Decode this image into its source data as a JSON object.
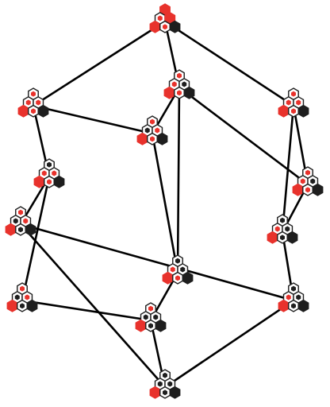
{
  "colors": {
    "red": "#e8322c",
    "black": "#1e1e1e",
    "white": "#ffffff",
    "edge": "#000000",
    "background": "#ffffff"
  },
  "diagram": {
    "nodes": [
      {
        "id": "n0",
        "fill": [
          "red",
          "white",
          "red",
          "red",
          "white",
          "black"
        ],
        "inner": [
          "white",
          "red",
          "white",
          "white",
          "red",
          "white"
        ]
      },
      {
        "id": "n1",
        "fill": [
          "white",
          "white",
          "white",
          "red",
          "white",
          "black"
        ],
        "inner": [
          "red",
          "red",
          "black",
          "white",
          "red",
          "white"
        ]
      },
      {
        "id": "n2",
        "fill": [
          "white",
          "white",
          "white",
          "red",
          "white",
          "black"
        ],
        "inner": [
          "red",
          "red",
          "red",
          "white",
          "red",
          "white"
        ]
      },
      {
        "id": "n3",
        "fill": [
          "white",
          "white",
          "white",
          "red",
          "white",
          "black"
        ],
        "inner": [
          "red",
          "red",
          "red",
          "white",
          "red",
          "white"
        ]
      },
      {
        "id": "n4",
        "fill": [
          "white",
          "white",
          "white",
          "red",
          "white",
          "black"
        ],
        "inner": [
          "black",
          "red",
          "red",
          "white",
          "red",
          "white"
        ]
      },
      {
        "id": "n5",
        "fill": [
          "white",
          "white",
          "white",
          "red",
          "white",
          "black"
        ],
        "inner": [
          "red",
          "black",
          "red",
          "white",
          "red",
          "white"
        ]
      },
      {
        "id": "n6",
        "fill": [
          "white",
          "white",
          "white",
          "red",
          "white",
          "black"
        ],
        "inner": [
          "red",
          "red",
          "black",
          "white",
          "red",
          "white"
        ]
      },
      {
        "id": "n7",
        "fill": [
          "white",
          "white",
          "white",
          "red",
          "white",
          "black"
        ],
        "inner": [
          "red",
          "black",
          "red",
          "white",
          "black",
          "white"
        ]
      },
      {
        "id": "n8",
        "fill": [
          "white",
          "white",
          "white",
          "red",
          "white",
          "black"
        ],
        "inner": [
          "red",
          "black",
          "red",
          "white",
          "black",
          "white"
        ]
      },
      {
        "id": "n9",
        "fill": [
          "white",
          "white",
          "white",
          "red",
          "white",
          "black"
        ],
        "inner": [
          "black",
          "red",
          "black",
          "white",
          "red",
          "white"
        ]
      },
      {
        "id": "n10",
        "fill": [
          "white",
          "white",
          "white",
          "red",
          "white",
          "black"
        ],
        "inner": [
          "black",
          "red",
          "black",
          "white",
          "black",
          "white"
        ]
      },
      {
        "id": "n11",
        "fill": [
          "white",
          "white",
          "white",
          "red",
          "white",
          "black"
        ],
        "inner": [
          "black",
          "red",
          "black",
          "white",
          "black",
          "white"
        ]
      },
      {
        "id": "n12",
        "fill": [
          "white",
          "white",
          "white",
          "red",
          "white",
          "black"
        ],
        "inner": [
          "red",
          "black",
          "black",
          "white",
          "black",
          "white"
        ]
      },
      {
        "id": "n13",
        "fill": [
          "white",
          "white",
          "white",
          "red",
          "white",
          "black"
        ],
        "inner": [
          "black",
          "black",
          "black",
          "white",
          "black",
          "white"
        ]
      }
    ],
    "edges": [
      [
        "n0",
        "n1"
      ],
      [
        "n0",
        "n2"
      ],
      [
        "n0",
        "n3"
      ],
      [
        "n2",
        "n4"
      ],
      [
        "n2",
        "n5"
      ],
      [
        "n3",
        "n6"
      ],
      [
        "n1",
        "n5"
      ],
      [
        "n1",
        "n6"
      ],
      [
        "n1",
        "n9"
      ],
      [
        "n4",
        "n7"
      ],
      [
        "n4",
        "n8"
      ],
      [
        "n5",
        "n9"
      ],
      [
        "n6",
        "n10"
      ],
      [
        "n3",
        "n10"
      ],
      [
        "n7",
        "n11"
      ],
      [
        "n8",
        "n12"
      ],
      [
        "n9",
        "n12"
      ],
      [
        "n10",
        "n11"
      ],
      [
        "n11",
        "n13"
      ],
      [
        "n12",
        "n13"
      ],
      [
        "n7",
        "n13"
      ]
    ]
  }
}
